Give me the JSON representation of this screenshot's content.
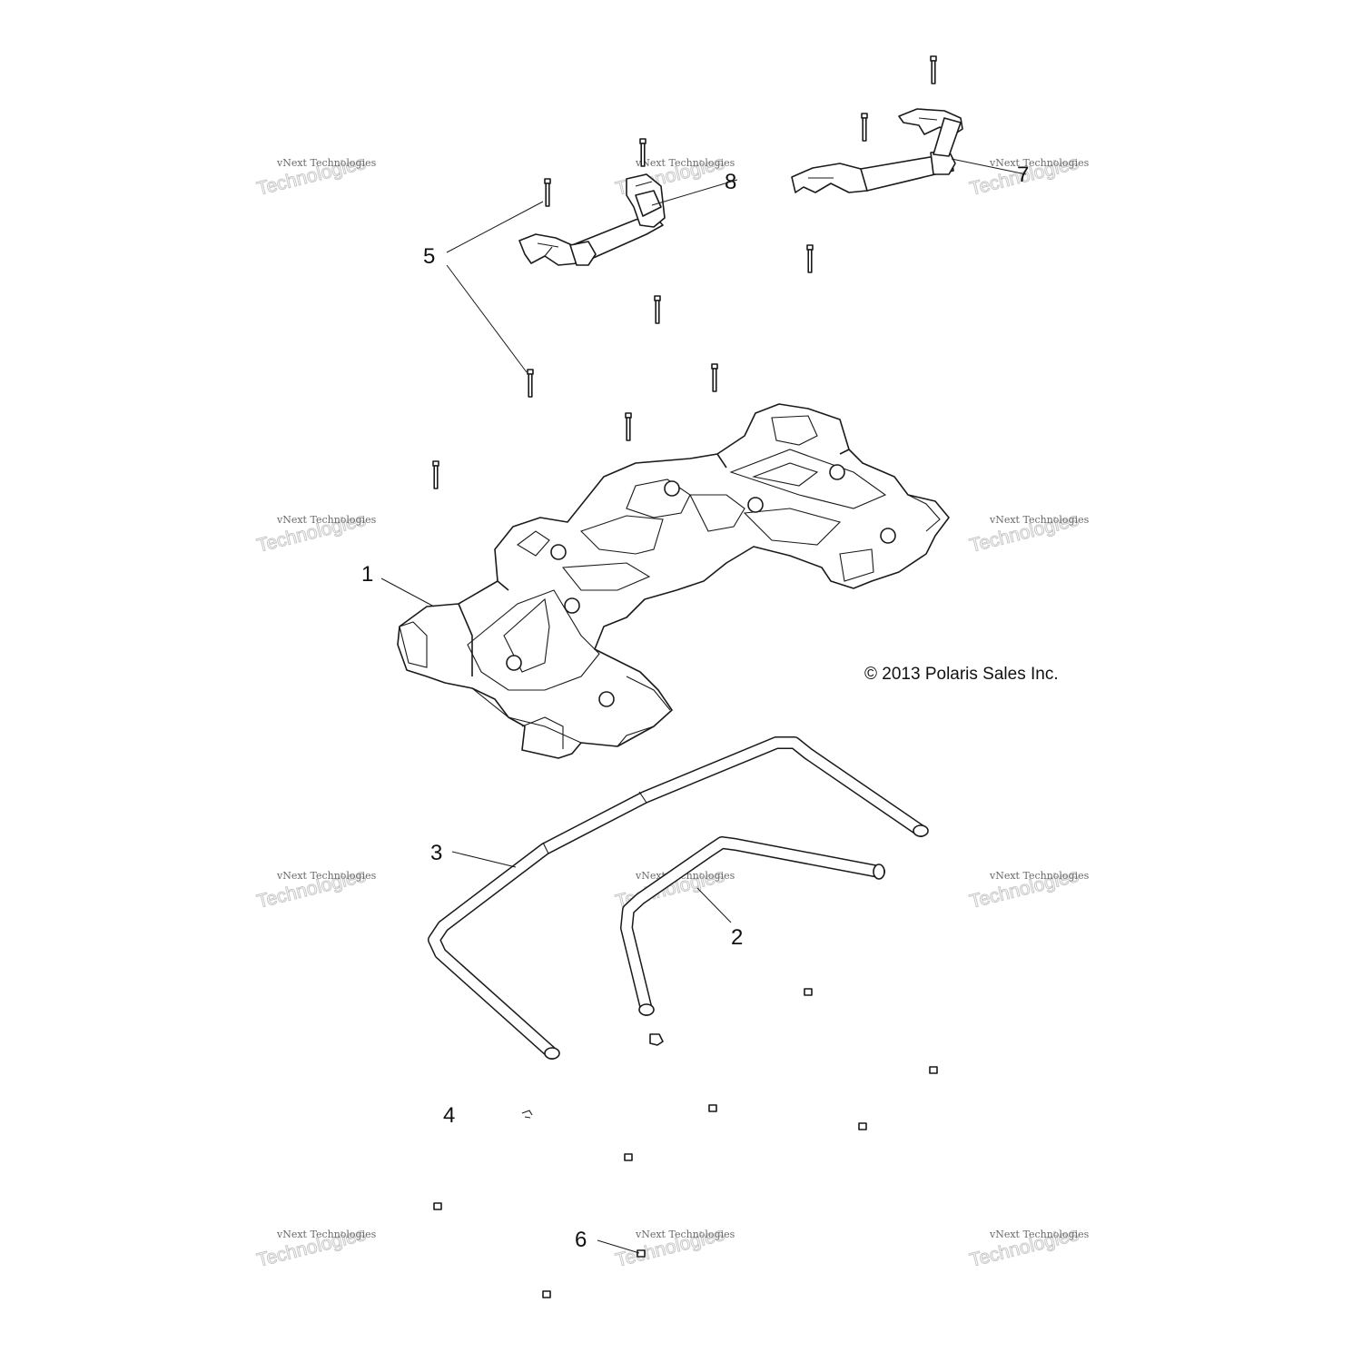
{
  "copyright": "© 2013 Polaris Sales Inc.",
  "watermark": {
    "line1": "vNext Technologies",
    "line2": "vNext",
    "line3": "Technologies"
  },
  "callouts": {
    "c1": "1",
    "c2": "2",
    "c3": "3",
    "c4": "4",
    "c5": "5",
    "c6": "6",
    "c7": "7",
    "c8": "8"
  },
  "colors": {
    "line": "#1a1a1a",
    "background": "#ffffff",
    "watermark": "#c8c8c8"
  }
}
